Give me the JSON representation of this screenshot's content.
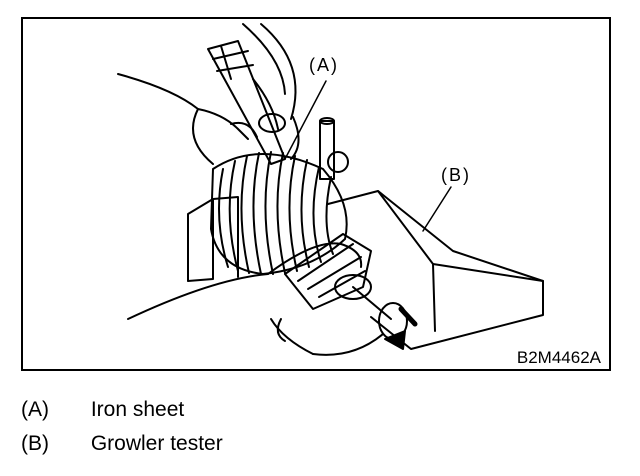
{
  "figure": {
    "callouts": [
      "(A)",
      "(B)"
    ],
    "code": "B2M4462A"
  },
  "legend": [
    {
      "key": "(A)",
      "label": "Iron sheet"
    },
    {
      "key": "(B)",
      "label": "Growler tester"
    }
  ]
}
